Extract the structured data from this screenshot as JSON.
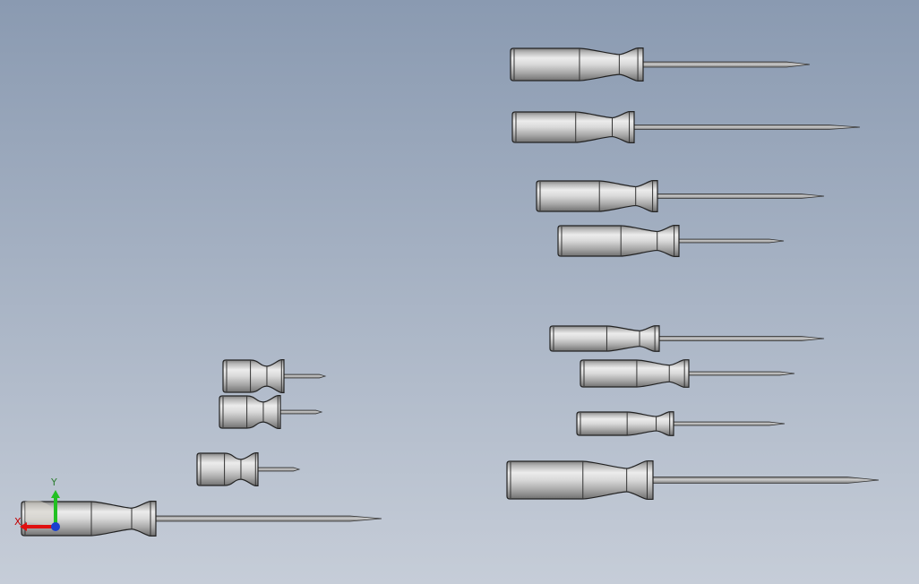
{
  "viewport": {
    "background_top": "#8a9ab1",
    "background_bottom": "#c6cdd8"
  },
  "model": {
    "tools": [
      {
        "name": "screwdriver",
        "style": "large"
      },
      {
        "name": "screwdriver",
        "style": "large"
      },
      {
        "name": "screwdriver",
        "style": "large"
      },
      {
        "name": "screwdriver",
        "style": "large"
      },
      {
        "name": "screwdriver",
        "style": "large"
      },
      {
        "name": "screwdriver",
        "style": "large"
      },
      {
        "name": "screwdriver",
        "style": "large"
      },
      {
        "name": "screwdriver",
        "style": "large"
      },
      {
        "name": "screwdriver",
        "style": "stubby"
      },
      {
        "name": "screwdriver",
        "style": "stubby"
      },
      {
        "name": "screwdriver",
        "style": "stubby"
      },
      {
        "name": "screwdriver",
        "style": "large"
      }
    ]
  },
  "triad": {
    "x_label": "X",
    "y_label": "Y",
    "x_color": "#e01010",
    "y_color": "#22c022",
    "z_color": "#1a3fd0"
  }
}
